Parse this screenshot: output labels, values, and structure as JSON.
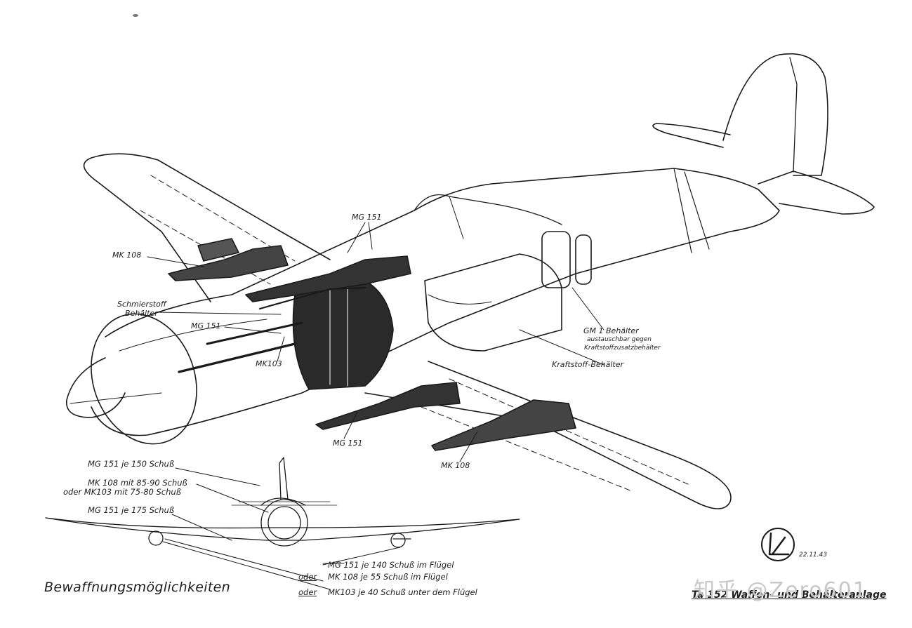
{
  "diagram": {
    "colors": {
      "ink": "#1a1a1a",
      "paper": "#ffffff",
      "shade": "#2a2a2a"
    },
    "labels": {
      "mg151_top": "MG 151",
      "mk108_left": "MK 108",
      "schmierstoff_1": "Schmierstoff",
      "schmierstoff_2": "Behälter",
      "mg151_left": "MG 151",
      "mk103": "MK103",
      "gm1_1": "GM 1 Behälter",
      "gm1_2": "austauschbar gegen",
      "gm1_3": "Kraftstoffzusatzbehälter",
      "kraftstoff": "Kraftstoff-Behälter",
      "mg151_bottom": "MG 151",
      "mk108_right": "MK 108"
    },
    "front_view": {
      "line1": "MG 151  je 150 Schuß",
      "line2": "MK 108  mit 85-90 Schuß",
      "line3": "oder  MK103  mit 75-80 Schuß",
      "line4": "MG 151  je 175 Schuß",
      "bottom1": "MG 151  je 140 Schuß   im Flügel",
      "bottom2_prefix": "oder",
      "bottom2": "MK 108  je 55 Schuß   im Flügel",
      "bottom3_prefix": "oder",
      "bottom3": "MK103  je 40 Schuß  unter dem Flügel"
    },
    "caption_left": "Bewaffnungsmöglichkeiten",
    "caption_right": "Ta 152 Waffen- und Behälteranlage",
    "date": "22.11.43",
    "watermark": "知乎 @Zero601"
  }
}
